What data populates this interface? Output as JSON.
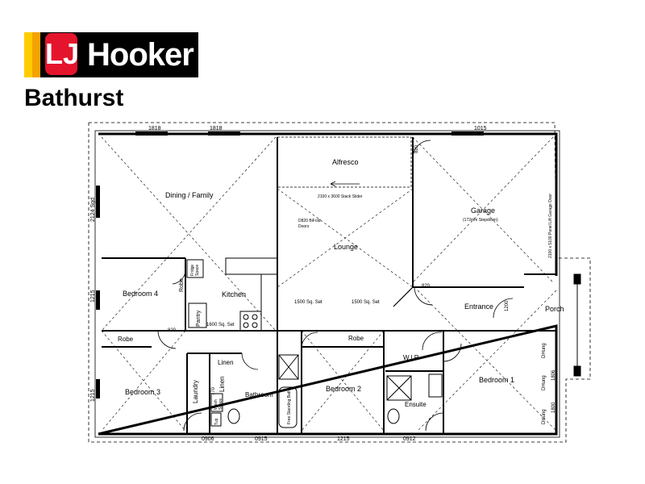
{
  "brand": {
    "logo_text_lj": "LJ",
    "logo_text_name": "Hooker",
    "office": "Bathurst",
    "colors": {
      "black": "#000000",
      "red": "#e4142c",
      "orange": "#f4a300",
      "yellow": "#ffcc00"
    }
  },
  "rooms": {
    "dining_family": "Dining / Family",
    "alfresco": "Alfresco",
    "stacker": "2100 x 3600 Stack Slider",
    "garage": "Garage",
    "garage_sub": "(172mm Stepdown)",
    "garage_door": "2100 x 5100 Panel Lift Garage Door",
    "bifold_1": "D820 BiFold",
    "bifold_2": "Doors",
    "lounge": "Lounge",
    "bedroom4": "Bedroom 4",
    "robe_b4": "Robe",
    "fridge_1": "Fridge",
    "fridge_2": "Space",
    "kitchen": "Kitchen",
    "pantry": "Pantry",
    "entrance": "Entrance",
    "porch": "Porch",
    "robe_b3": "Robe",
    "bedroom3": "Bedroom 3",
    "laundry": "Laundry",
    "linen_1": "Linen",
    "linen_2": "Linen",
    "bathroom": "Bathroom",
    "robe_b2": "Robe",
    "bedroom2": "Bedroom 2",
    "wir": "W.I.R",
    "ensuite": "Ensuite",
    "bedroom1": "Bedroom 1",
    "shower": "Free Standing Bath",
    "wash_1": "Wash",
    "wash_2": "Space",
    "tub": "Tub"
  },
  "dimensions": {
    "d1818a": "1818",
    "d1818b": "1818",
    "d1015": "1015",
    "d2124": "2124 Sgd",
    "d1215a": "1215",
    "d1215b": "1215",
    "d0906": "0906",
    "d0915": "0915",
    "d1215c": "1215",
    "d0912": "0912",
    "d820": "820",
    "d1500a": "1500 Sq. Set",
    "d1500b": "1500 Sq. Set",
    "d1600": "1600 Sq. Set",
    "d1200": "1200",
    "d770": "770",
    "dhung1": "DHung",
    "dhung2": "DHung",
    "dhung3": "DHung",
    "d1806": "1806",
    "d1800": "1800"
  }
}
